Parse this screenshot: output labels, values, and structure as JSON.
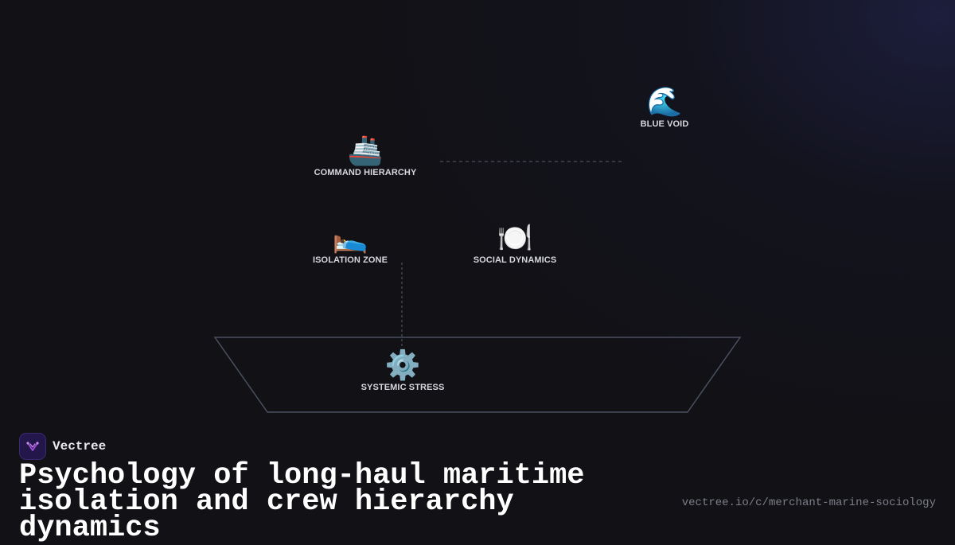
{
  "brand": {
    "name": "Vectree"
  },
  "title": "Psychology of long-haul maritime isolation and crew hierarchy dynamics",
  "url": "vectree.io/c/merchant-marine-sociology",
  "colors": {
    "background": "#111116",
    "hull_outline": "#4a5060",
    "connector": "#5a5e68",
    "label": "#d6d8de",
    "logo_accent": "#a24fd8"
  },
  "nodes": {
    "blue_void": {
      "emoji": "🌊",
      "label": "BLUE VOID"
    },
    "command_hierarchy": {
      "emoji": "🚢",
      "label": "COMMAND HIERARCHY"
    },
    "isolation_zone": {
      "emoji": "🛌",
      "label": "ISOLATION ZONE"
    },
    "social_dynamics": {
      "emoji": "🍽️",
      "label": "SOCIAL DYNAMICS"
    },
    "systemic_stress": {
      "emoji": "⚙️",
      "label": "SYSTEMIC STRESS"
    }
  }
}
